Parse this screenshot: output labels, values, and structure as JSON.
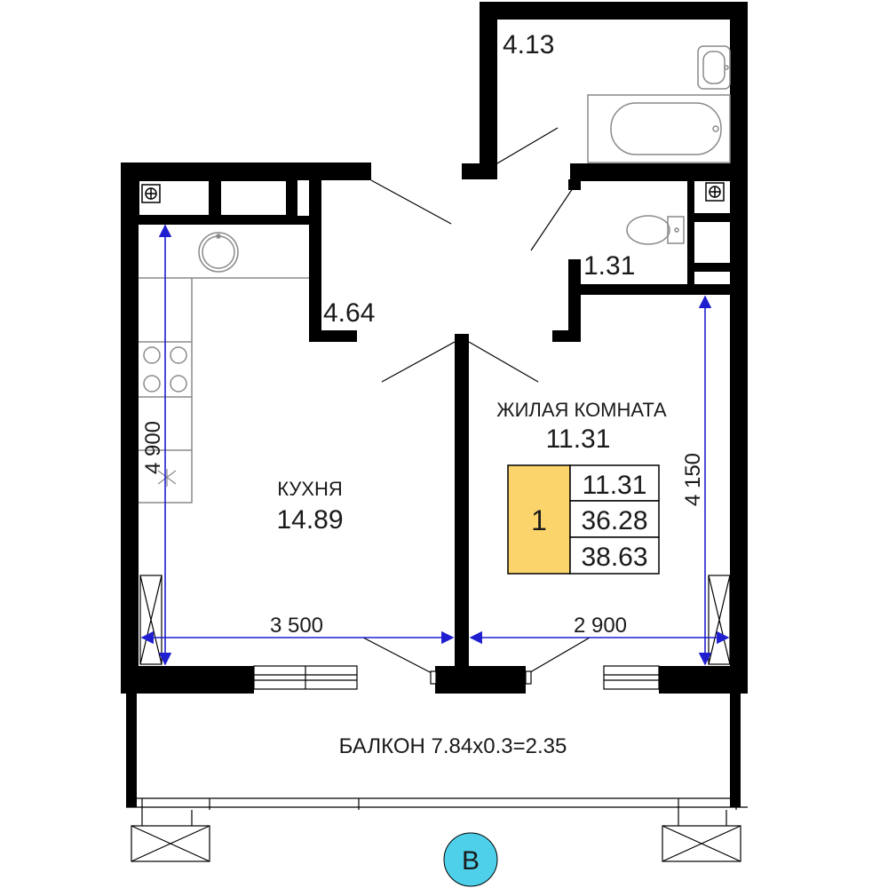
{
  "rooms": {
    "bathroom_area": "4.13",
    "wc_area": "1.31",
    "hall_area": "4.64",
    "kitchen_name": "КУХНЯ",
    "kitchen_area": "14.89",
    "living_name": "ЖИЛАЯ КОМНАТА",
    "living_area": "11.31",
    "balcony_label": "БАЛКОН 7.84x0.3=2.35"
  },
  "dimensions": {
    "kitchen_width": "3 500",
    "living_width": "2 900",
    "kitchen_depth": "4 900",
    "living_depth": "4 150"
  },
  "summary": {
    "rooms_count": "1",
    "living_area": "11.31",
    "total_area": "36.28",
    "total_with_balcony": "38.63"
  },
  "axis": {
    "label": "B"
  },
  "colors": {
    "wall": "#000000",
    "dimension_line": "#1f1fcf",
    "badge_fill": "#fbd56b",
    "axis_fill": "#4fd0ea",
    "fixture_stroke": "#8a8a8a"
  }
}
